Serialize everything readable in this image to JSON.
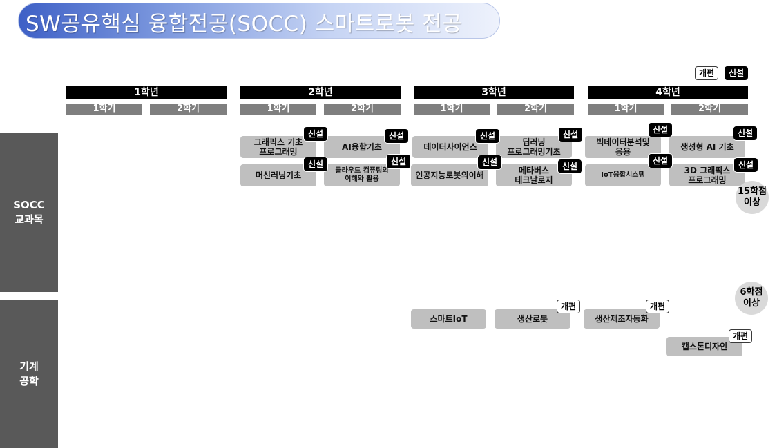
{
  "banner": {
    "title": "SW공유핵심 융합전공(SOCC) 스마트로봇 전공"
  },
  "legend": {
    "revised": "개편",
    "new": "신설"
  },
  "years": [
    {
      "label": "1학년",
      "sem1": "1학기",
      "sem2": "2학기"
    },
    {
      "label": "2학년",
      "sem1": "1학기",
      "sem2": "2학기"
    },
    {
      "label": "3학년",
      "sem1": "1학기",
      "sem2": "2학기"
    },
    {
      "label": "4학년",
      "sem1": "1학기",
      "sem2": "2학기"
    }
  ],
  "sections": {
    "socc": {
      "label": "SOCC\n교과목",
      "credit": "15학점\n이상"
    },
    "mech": {
      "label": "기계\n공학",
      "credit": "6학점\n이상"
    }
  },
  "tag_text": {
    "new": "신설",
    "revised": "개편"
  },
  "courses": {
    "graphics_basic": "그래픽스 기초\n프로그래밍",
    "ai_convergence": "AI융합기초",
    "data_science": "데이터사이언스",
    "deep_learning": "딥러닝\n프로그래밍기초",
    "big_data": "빅데이터분석및\n응용",
    "generative_ai": "생성형 AI 기초",
    "ml_basics": "머신러닝기초",
    "cloud_computing": "클라우드 컴퓨팅의\n이해와 활용",
    "ai_robot": "인공지능로봇의이해",
    "metaverse": "메타버스\n테크날로지",
    "iot_convergence": "IoT융합시스템",
    "graphics_3d": "3D 그래픽스\n프로그래밍",
    "smart_iot": "스마트IoT",
    "production_robot": "생산로봇",
    "manufacturing_automation": "생산제조자동화",
    "capstone": "캡스톤디자인"
  }
}
